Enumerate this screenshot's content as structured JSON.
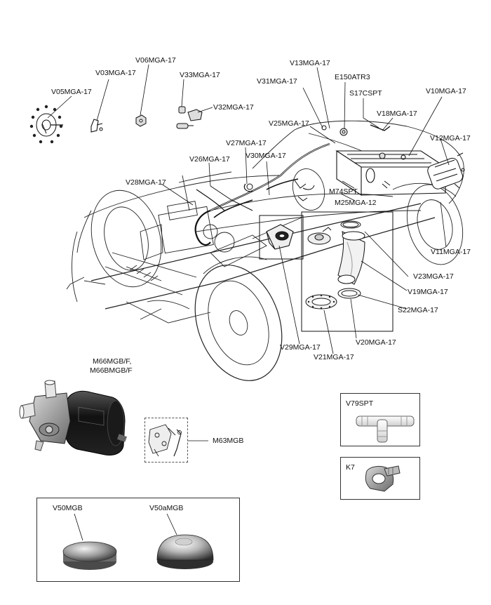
{
  "labels": {
    "V05MGA": "V05MGA-17",
    "V03MGA": "V03MGA-17",
    "V06MGA": "V06MGA-17",
    "V33MGA": "V33MGA-17",
    "V32MGA": "V32MGA-17",
    "V13MGA": "V13MGA-17",
    "V31MGA": "V31MGA-17",
    "E150ATR3": "E150ATR3",
    "S17CSPT": "S17CSPT",
    "V10MGA": "V10MGA-17",
    "V18MGA": "V18MGA-17",
    "V25MGA": "V25MGA-17",
    "V12MGA": "V12MGA-17",
    "V27MGA": "V27MGA-17",
    "V30MGA": "V30MGA-17",
    "V26MGA": "V26MGA-17",
    "V28MGA": "V28MGA-17",
    "M74SPT": "M74SPT",
    "M25MGA": "M25MGA-12",
    "V11MGA": "V11MGA-17",
    "V23MGA": "V23MGA-17",
    "V19MGA": "V19MGA-17",
    "S22MGA": "S22MGA-17",
    "V20MGA": "V20MGA-17",
    "V29MGA": "V29MGA-17",
    "V21MGA": "V21MGA-17",
    "M66_line1": "M66MGB/F,",
    "M66_line2": "M66BMGB/F",
    "M63MGB": "M63MGB",
    "V79SPT": "V79SPT",
    "K7": "K7",
    "V50MGB": "V50MGB",
    "V50aMGB": "V50aMGB"
  }
}
